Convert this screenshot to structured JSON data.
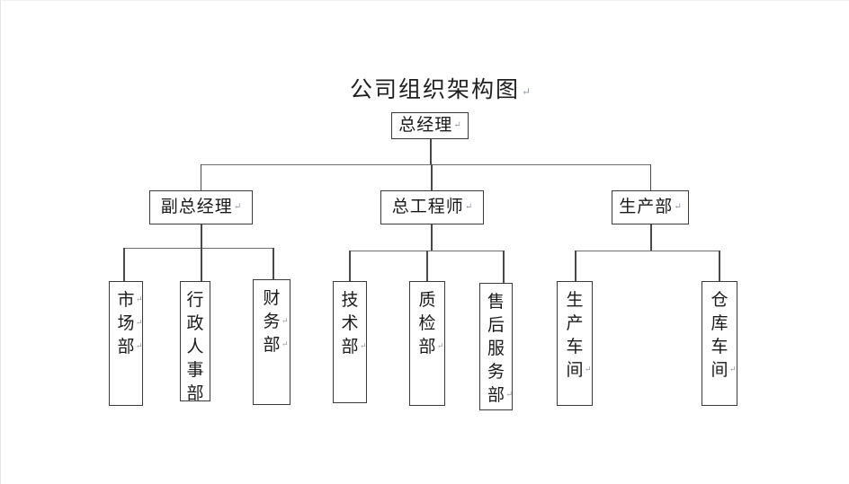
{
  "document": {
    "title": "公司组织架构图",
    "title_mark": "↵"
  },
  "org_chart": {
    "root": {
      "label": "总经理",
      "mark": "↵"
    },
    "level2": [
      {
        "label": "副总经理",
        "mark": "↵"
      },
      {
        "label": "总工程师",
        "mark": "↵"
      },
      {
        "label": "生产部",
        "mark": "↵"
      }
    ],
    "leaves": [
      {
        "chars": [
          "市",
          "场",
          "部"
        ],
        "marks": [
          "↵",
          "↵",
          "↵"
        ],
        "group": "副总经理"
      },
      {
        "chars": [
          "行",
          "政",
          "人",
          "事",
          "部"
        ],
        "marks": [
          "",
          "",
          "",
          "",
          ""
        ],
        "group": "副总经理"
      },
      {
        "chars": [
          "财",
          "务",
          "部"
        ],
        "marks": [
          "",
          "↵",
          "↵"
        ],
        "group": "副总经理"
      },
      {
        "chars": [
          "技",
          "术",
          "部"
        ],
        "marks": [
          "",
          "",
          "↵"
        ],
        "group": "总工程师"
      },
      {
        "chars": [
          "质",
          "检",
          "部"
        ],
        "marks": [
          "",
          "",
          "↵"
        ],
        "group": "总工程师"
      },
      {
        "chars": [
          "售",
          "后",
          "服",
          "务",
          "部"
        ],
        "marks": [
          "",
          "",
          "",
          "",
          "↵"
        ],
        "group": "总工程师"
      },
      {
        "chars": [
          "生",
          "产",
          "车",
          "间"
        ],
        "marks": [
          "",
          "",
          "",
          "↵"
        ],
        "group": "生产部"
      },
      {
        "chars": [
          "仓",
          "库",
          "车",
          "间"
        ],
        "marks": [
          "",
          "",
          "",
          "↵"
        ],
        "group": "生产部"
      }
    ]
  },
  "colors": {
    "page_background": "#ffffff",
    "box_border": "#3a3a3a",
    "connector": "#4a4a4a",
    "text": "#1f1f1f",
    "pilcrow": "#9099a8"
  }
}
